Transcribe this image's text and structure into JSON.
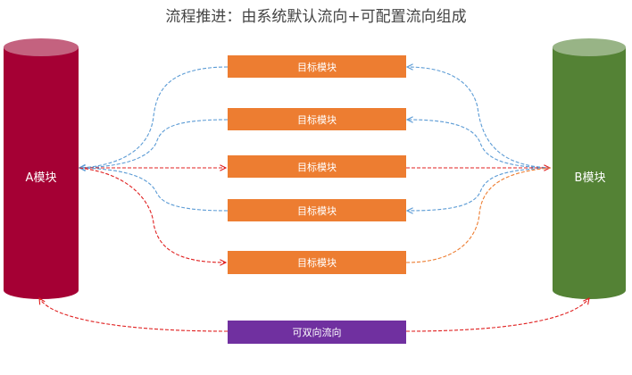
{
  "title": "流程推进：由系统默认流向+可配置流向组成",
  "module_a": {
    "label": "A模块",
    "color": "#A50034"
  },
  "module_b": {
    "label": "B模块",
    "color": "#548235"
  },
  "targets": [
    {
      "label": "目标模块"
    },
    {
      "label": "目标模块"
    },
    {
      "label": "目标模块"
    },
    {
      "label": "目标模块"
    },
    {
      "label": "目标模块"
    }
  ],
  "bidirectional": {
    "label": "可双向流向",
    "color": "#7030A0"
  },
  "colors": {
    "target": "#ED7D31",
    "blue_arrow": "#5B9BD5",
    "red_arrow": "#E02020",
    "orange_arrow": "#ED7D31"
  }
}
